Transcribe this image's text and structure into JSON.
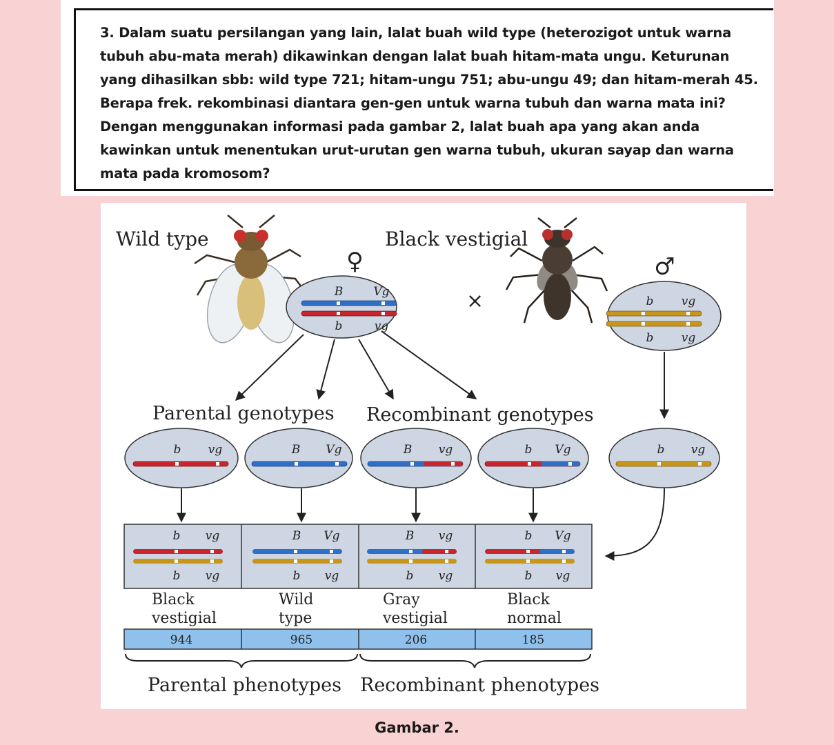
{
  "question": {
    "lines": [
      "3. Dalam suatu persilangan yang lain, lalat buah wild type (heterozigot untuk warna",
      "tubuh abu-mata merah) dikawinkan dengan lalat buah hitam-mata ungu. Keturunan",
      "yang dihasilkan sbb: wild type 721; hitam-ungu 751; abu-ungu 49; dan hitam-merah 45.",
      "Berapa frek. rekombinasi diantara gen-gen untuk warna tubuh dan warna mata ini?",
      "Dengan menggunakan informasi pada gambar 2, lalat buah apa yang akan anda",
      "kawinkan untuk menentukan urut-urutan gen warna tubuh, ukuran sayap dan warna",
      "mata pada kromosom?"
    ]
  },
  "figure": {
    "parent_female_label": "Wild type",
    "parent_male_label": "Black vestigial",
    "female_symbol": "♀",
    "male_symbol": "♂",
    "cross_symbol": "×",
    "alleles": {
      "B": "B",
      "b": "b",
      "Vg": "Vg",
      "vg": "vg"
    },
    "parental_genotypes_label": "Parental genotypes",
    "recombinant_genotypes_label": "Recombinant genotypes",
    "phenotypes": [
      {
        "line1": "Black",
        "line2": "vestigial",
        "count": "944"
      },
      {
        "line1": "Wild",
        "line2": "type",
        "count": "965"
      },
      {
        "line1": "Gray",
        "line2": "vestigial",
        "count": "206"
      },
      {
        "line1": "Black",
        "line2": "normal",
        "count": "185"
      }
    ],
    "parental_phenotypes_label": "Parental phenotypes",
    "recombinant_phenotypes_label": "Recombinant phenotypes",
    "colors": {
      "blue": "#2f6fc8",
      "red": "#c8262e",
      "gold": "#c9961c",
      "oval": "#cdd6e2",
      "count_bar": "#8fc1ec"
    }
  },
  "caption": "Gambar 2."
}
